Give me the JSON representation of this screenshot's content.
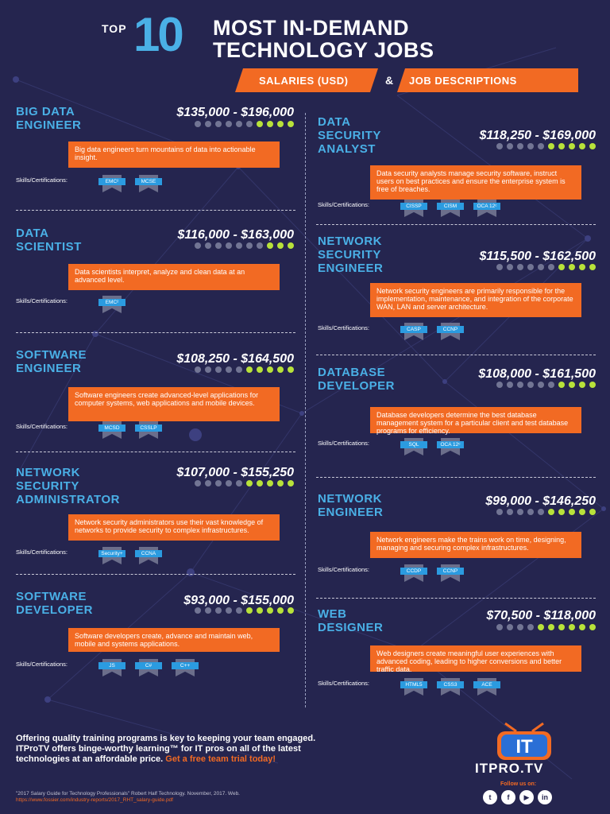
{
  "header": {
    "top": "TOP",
    "number": "10",
    "line1": "MOST IN-DEMAND",
    "line2": "TECHNOLOGY JOBS",
    "banner_left": "SALARIES (USD)",
    "banner_amp": "&",
    "banner_right": "JOB DESCRIPTIONS"
  },
  "colors": {
    "background": "#25254f",
    "accent_blue": "#4ab0e6",
    "accent_orange": "#f26a23",
    "dot_active": "#b8e23a",
    "dot_inactive": "#727594"
  },
  "skills_label": "Skills/Certifications:",
  "left_jobs": [
    {
      "title": "BIG DATA\nENGINEER",
      "salary": "$135,000 - $196,000",
      "rating": 4,
      "description": "Big data engineers turn mountains of data into actionable insight.",
      "skills": [
        "EMC²",
        "MCSE"
      ]
    },
    {
      "title": "DATA\nSCIENTIST",
      "salary": "$116,000 - $163,000",
      "rating": 3,
      "description": "Data scientists interpret, analyze and clean data at an advanced level.",
      "skills": [
        "EMC²"
      ]
    },
    {
      "title": "SOFTWARE\nENGINEER",
      "salary": "$108,250 - $164,500",
      "rating": 5,
      "description": "Software engineers create advanced-level applications for computer systems, web applications and mobile devices.",
      "skills": [
        "MCSD",
        "CSSLP"
      ]
    },
    {
      "title": "NETWORK\nSECURITY\nADMINISTRATOR",
      "salary": "$107,000 - $155,250",
      "rating": 5,
      "description": "Network security administrators use their vast knowledge of networks to provide security to complex infrastructures.",
      "skills": [
        "Security+",
        "CCNA"
      ]
    },
    {
      "title": "SOFTWARE\nDEVELOPER",
      "salary": "$93,000 - $155,000",
      "rating": 5,
      "description": "Software developers create, advance and maintain web, mobile and systems applications.",
      "skills": [
        "JS",
        "C#",
        "C++"
      ]
    }
  ],
  "right_jobs": [
    {
      "title": "DATA\nSECURITY\nANALYST",
      "salary": "$118,250 - $169,000",
      "rating": 5,
      "description": "Data security analysts manage security software, instruct users on best practices and ensure the enterprise system is free of breaches.",
      "skills": [
        "CISSP",
        "CISM",
        "OCA 12ᶜ"
      ]
    },
    {
      "title": "NETWORK\nSECURITY\nENGINEER",
      "salary": "$115,500 - $162,500",
      "rating": 4,
      "description": "Network security engineers are primarily responsible for the implementation, maintenance, and integration of the corporate WAN, LAN and server architecture.",
      "skills": [
        "CASP",
        "CCNP"
      ]
    },
    {
      "title": "DATABASE\nDEVELOPER",
      "salary": "$108,000 - $161,500",
      "rating": 4,
      "description": "Database developers determine the best database management system for a particular client and test database programs for efficiency.",
      "skills": [
        "SQL",
        "OCA 12ᶜ"
      ]
    },
    {
      "title": "NETWORK\nENGINEER",
      "salary": "$99,000 - $146,250",
      "rating": 5,
      "description": "Network engineers make the trains work on time, designing, managing and securing complex infrastructures.",
      "skills": [
        "CCDP",
        "CCNP"
      ]
    },
    {
      "title": "WEB\nDESIGNER",
      "salary": "$70,500 - $118,000",
      "rating": 6,
      "description": "Web designers create meaningful user experiences with advanced coding, leading to higher conversions and better traffic data.",
      "skills": [
        "HTML5",
        "CSS3",
        "ACE"
      ]
    }
  ],
  "footer": {
    "line1": "Offering quality training programs is key to keeping your team engaged.",
    "line2": "ITProTV offers binge-worthy learning™ for IT pros on all of the latest",
    "line3": "technologies at an affordable price.",
    "cta": "Get a free team trial today!",
    "citation": "\"2017 Salary Guide for Technology Professionals\" Robert Half Technology. November, 2017. Web.",
    "citation_url": "https://www.fossier.com/industry-reports/2017_RHT_salary-guide.pdf"
  },
  "brand": {
    "logo_letters": "IT",
    "logo_text": "ITPRO.TV",
    "follow": "Follow us on:",
    "social": [
      {
        "icon": "twitter-icon",
        "glyph": "t"
      },
      {
        "icon": "facebook-icon",
        "glyph": "f"
      },
      {
        "icon": "youtube-icon",
        "glyph": "▶"
      },
      {
        "icon": "linkedin-icon",
        "glyph": "in"
      }
    ]
  }
}
